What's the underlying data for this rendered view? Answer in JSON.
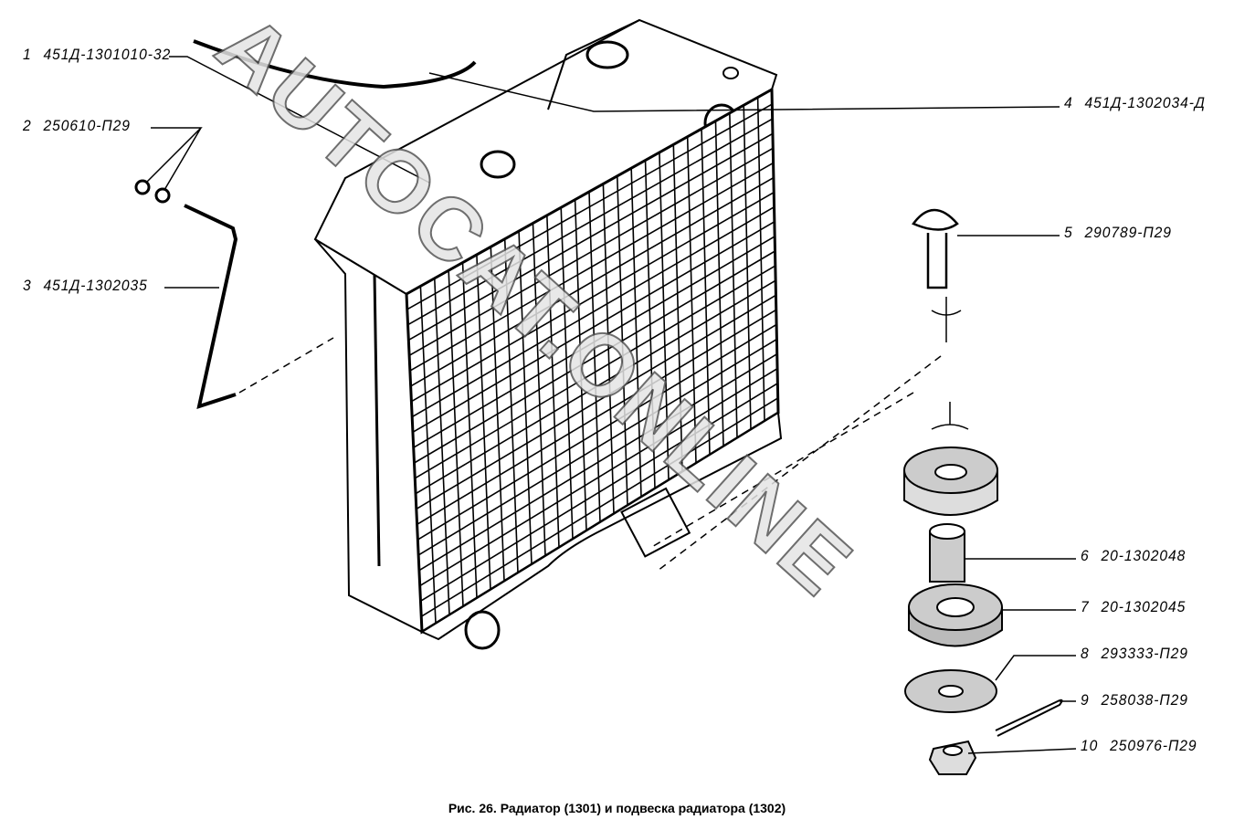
{
  "figure": {
    "caption": "Рис. 26. Радиатор (1301) и подвеска радиатора (1302)",
    "watermark": "AUTOCAT.ONLINE"
  },
  "callouts": [
    {
      "num": "1",
      "part": "451Д-1301010-32"
    },
    {
      "num": "2",
      "part": "250610-П29"
    },
    {
      "num": "3",
      "part": "451Д-1302035"
    },
    {
      "num": "4",
      "part": "451Д-1302034-Д"
    },
    {
      "num": "5",
      "part": "290789-П29"
    },
    {
      "num": "6",
      "part": "20-1302048"
    },
    {
      "num": "7",
      "part": "20-1302045"
    },
    {
      "num": "8",
      "part": "293333-П29"
    },
    {
      "num": "9",
      "part": "258038-П29"
    },
    {
      "num": "10",
      "part": "250976-П29"
    }
  ]
}
